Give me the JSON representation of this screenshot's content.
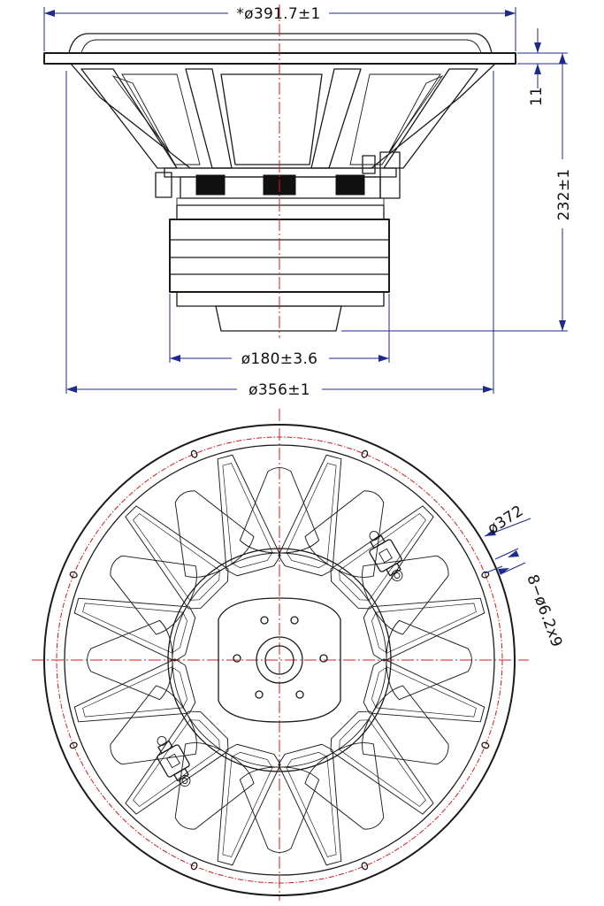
{
  "dimensions": {
    "frame_diameter": "*ø391.7±1",
    "cutout_diameter": "ø356±1",
    "magnet_diameter": "ø180±3.6",
    "overall_depth": "232±1",
    "flange_thickness": "11",
    "pcd_diameter": "ø372",
    "mounting_holes": "8−ø6.2x9"
  },
  "colors": {
    "outline": "#1a1a1a",
    "dimension_lines": "#1e2a8c",
    "center_lines": "#d21c1c"
  }
}
